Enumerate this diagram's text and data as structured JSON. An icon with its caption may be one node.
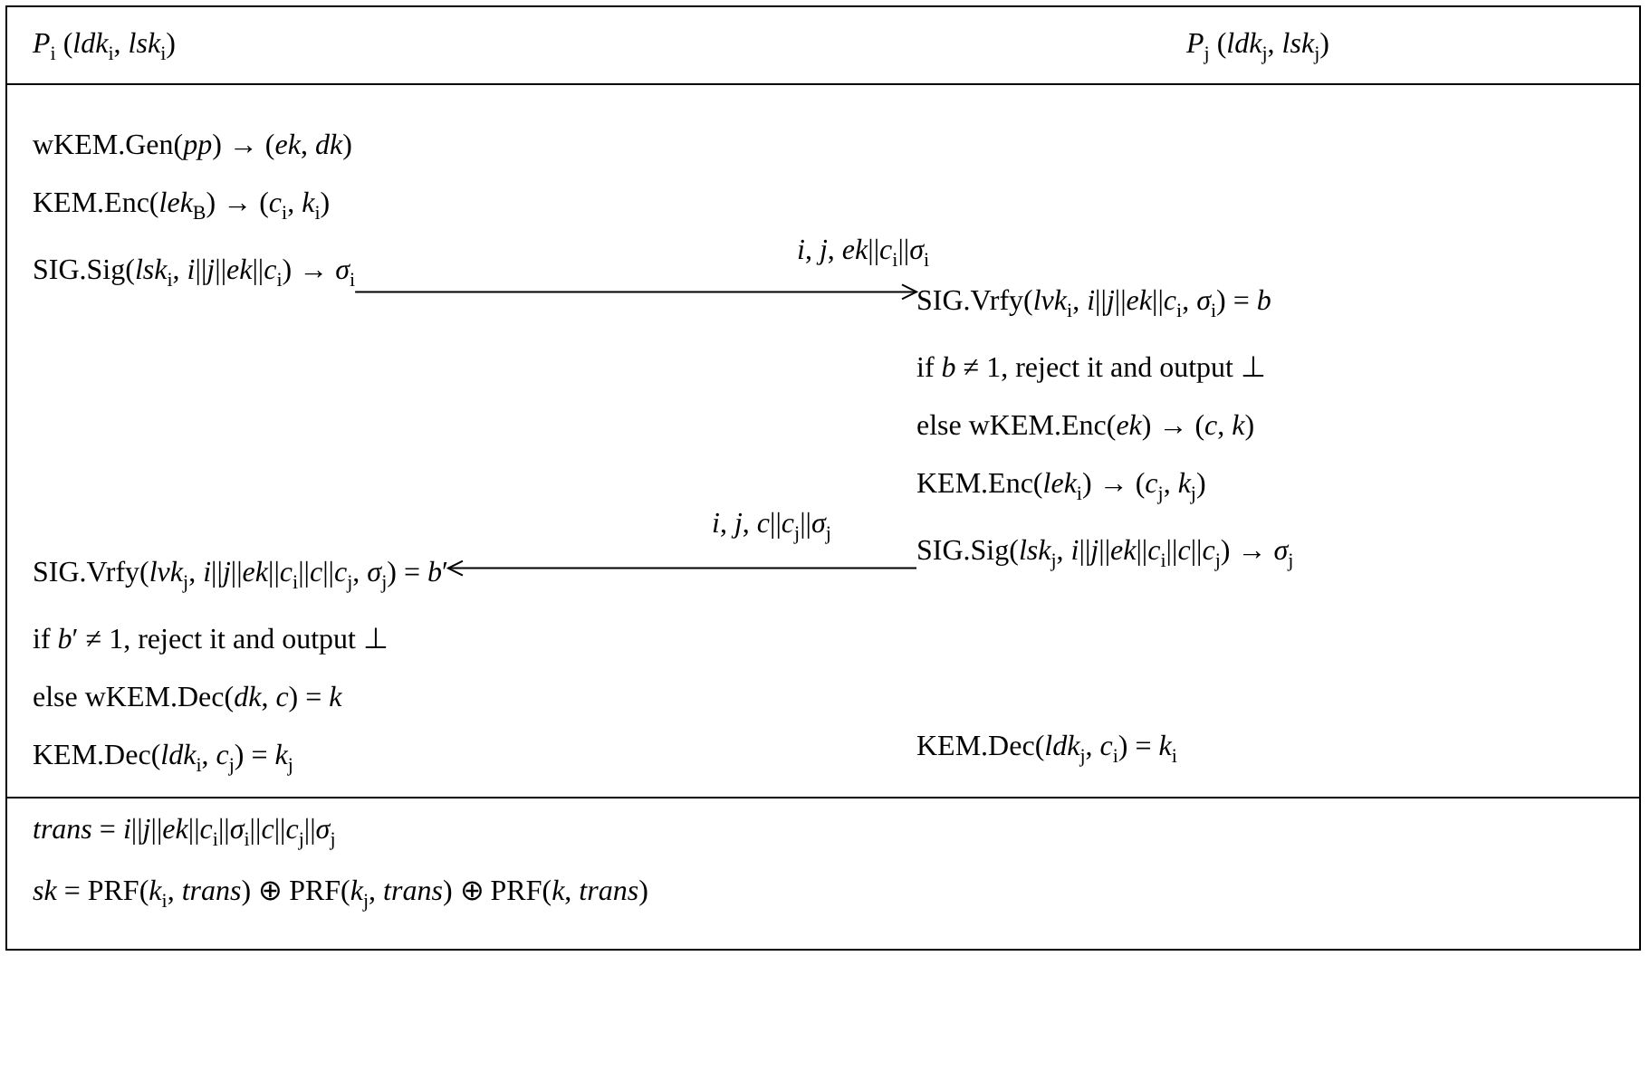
{
  "diagram": {
    "nodes": [
      {
        "text": [
          "wKEM.Gen(*pp*) → (*ek*, *dk*)",
          "KEM.Enc(*lek*$_{B}$) → (*c*$_{i}$, *k*$_{i}$)",
          "SIG.Sig(*lsk*$_{i}$, *i*||*j*||*ek*||*c*$_{i}$) → *σ*$_{i}$"
        ]
      },
      {
        "text": [
          "SIG.Vrfy(*lvk*$_{i}$, *i*||*j*||*ek*||*c*$_{i}$, *σ*$_{i}$) = *b*",
          "if *b* ≠ 1, reject it and output ⊥",
          "else wKEM.Enc(*ek*) → (*c*, *k*)",
          "KEM.Enc(*lek*$_{i}$) → (*c*$_{j}$, *k*$_{j}$)",
          "SIG.Sig(*lsk*$_{j}$, *i*||*j*||*ek*||*c*$_{i}$||*c*||*c*$_{j}$) → *σ*$_{j}$"
        ]
      },
      {
        "text": [
          "SIG.Vrfy(*lvk*$_{j}$, *i*||*j*||*ek*||*c*$_{i}$||*c*||*c*$_{j}$, *σ*$_{j}$) = *b*′",
          "if *b*′ ≠ 1, reject it and output ⊥",
          "else wKEM.Dec(*dk*, *c*) = *k*",
          "KEM.Dec(*ldk*$_{i}$, *c*$_{j}$) = *k*$_{j}$"
        ]
      }
    ],
    "edges": [
      {
        "from": 0,
        "to": 1,
        "arrow": "to",
        "label": "*i*, *j*, *ek*||*c*$_{i}$||*σ*$_{i}$"
      },
      {
        "from": 1,
        "to": 2,
        "arrow": "to",
        "label": "*i*, *j*, *c*||*c*$_{j}$||*σ*$_{j}$"
      }
    ],
    "labels": [
      "*P*$_{i}$ (*ldk*$_{i}$, *lsk*$_{i}$)",
      "*P*$_{j}$ (*ldk*$_{j}$, *lsk*$_{j}$)",
      "KEM.Dec(*ldk*$_{j}$, *c*$_{i}$) = *k*$_{i}$",
      "*trans* = *i*||*j*||*ek*||*c*$_{i}$||*σ*$_{i}$||*c*||*c*$_{j}$||*σ*$_{j}$",
      "*sk* = PRF(*k*$_{i}$, *trans*) ⊕ PRF(*k*$_{j}$, *trans*) ⊕ PRF(*k*, *trans*)"
    ]
  }
}
